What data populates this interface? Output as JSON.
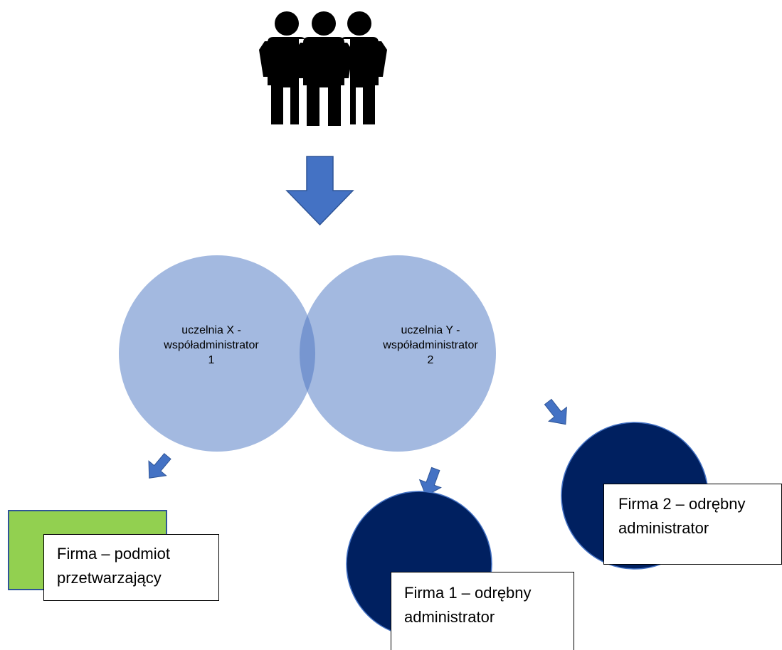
{
  "nodes": {
    "university_x": {
      "line1": "uczelnia X -",
      "line2": "współadministrator",
      "line3": "1"
    },
    "university_y": {
      "line1": "uczelnia Y -",
      "line2": "współadministrator",
      "line3": "2"
    },
    "company_processor": {
      "line1": "Firma – podmiot",
      "line2": "przetwarzający"
    },
    "company_1": {
      "line1": "Firma 1 – odrębny",
      "line2": "administrator"
    },
    "company_2": {
      "line1": "Firma 2 – odrębny",
      "line2": "administrator"
    }
  },
  "icons": {
    "people": "people-group-icon",
    "arrow": "arrow-down-icon"
  },
  "colors": {
    "big_arrow": "#4472C4",
    "circle_fill": "#A3B9E0",
    "circle_overlap": "#7796D0",
    "dark_circle": "#002060",
    "green_box": "#92D050",
    "green_border": "#2F5597"
  }
}
